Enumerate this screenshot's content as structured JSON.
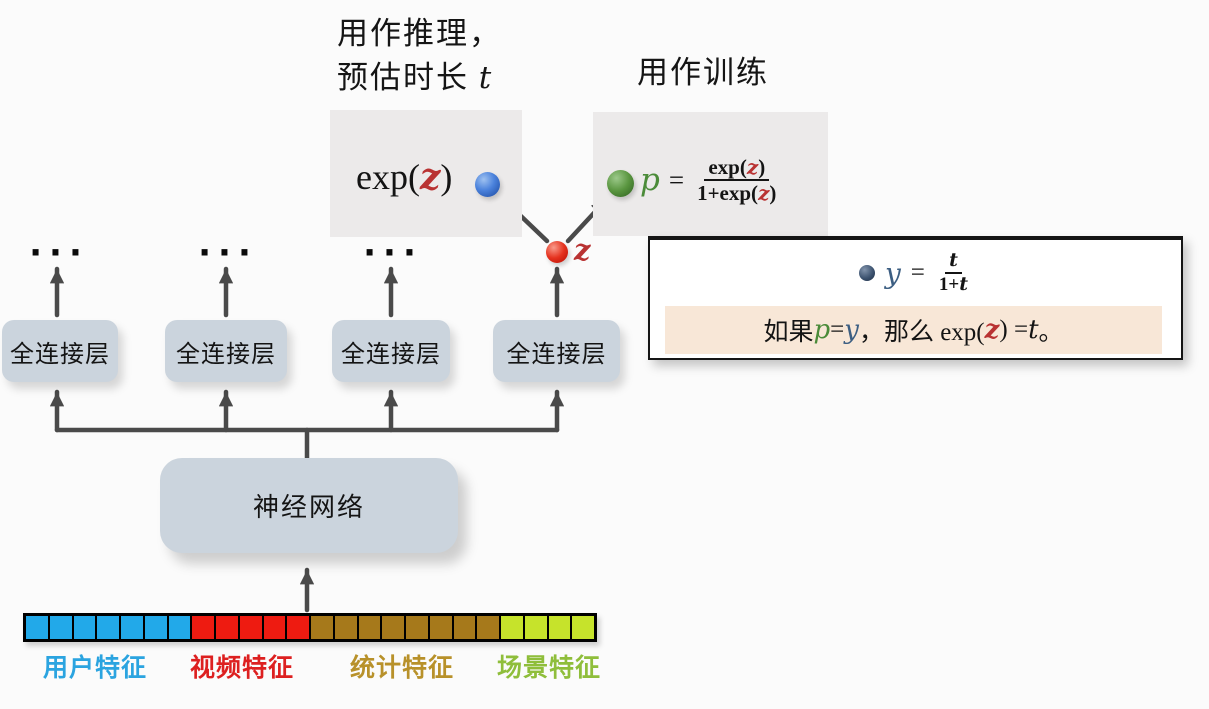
{
  "slide": {
    "annotations": {
      "inference_line1": "用作推理，",
      "inference_line2_prefix": "预估时长 ",
      "inference_var": "t",
      "training": "用作训练"
    },
    "exp_formula": {
      "pre": "exp(",
      "var": "z",
      "post": ")"
    },
    "p_formula": {
      "p": "p",
      "eq": "=",
      "num_pre": "exp(",
      "num_var": "z",
      "num_post": ")",
      "den_pre": "1+exp(",
      "den_var": "z",
      "den_post": ")"
    },
    "z_label": "z",
    "ellipsis": "···",
    "fc_layers": [
      "全连接层",
      "全连接层",
      "全连接层",
      "全连接层"
    ],
    "nn_label": "神经网络",
    "panel": {
      "y_formula": {
        "y": "y",
        "eq": "=",
        "num": "t",
        "den_pre": "1+",
        "den_var": "t"
      },
      "conclusion": {
        "pre": "如果 ",
        "p": "p",
        "eq1": " = ",
        "y": "y",
        "mid": "，那么 exp(",
        "z": "z",
        "post": ") = ",
        "t": "t",
        "end": "。"
      }
    },
    "feature_vector": {
      "segments": [
        {
          "label": "用户特征",
          "cell_color": "#22A9E9",
          "label_color": "#2BA4E0",
          "count": 7
        },
        {
          "label": "视频特征",
          "cell_color": "#EE1B11",
          "label_color": "#DD2020",
          "count": 5
        },
        {
          "label": "统计特征",
          "cell_color": "#A6791B",
          "label_color": "#B8912A",
          "count": 8
        },
        {
          "label": "场景特征",
          "cell_color": "#C6E32B",
          "label_color": "#8FBE3B",
          "count": 4
        }
      ]
    },
    "colors": {
      "var_z": "#B93232",
      "var_p": "#4B8B39",
      "var_y": "#3C5E82",
      "node_red": "#E01E1E",
      "node_blue": "#3D6FD0",
      "node_green": "#3F7F33",
      "node_navy": "#33475E",
      "box_fill": "#CBD4DD",
      "formula_box_bg": "#ECEAEA",
      "highlight_bg": "#F8E7D7",
      "arrow": "#4A4A4A",
      "background": "#FBFBFB"
    }
  }
}
